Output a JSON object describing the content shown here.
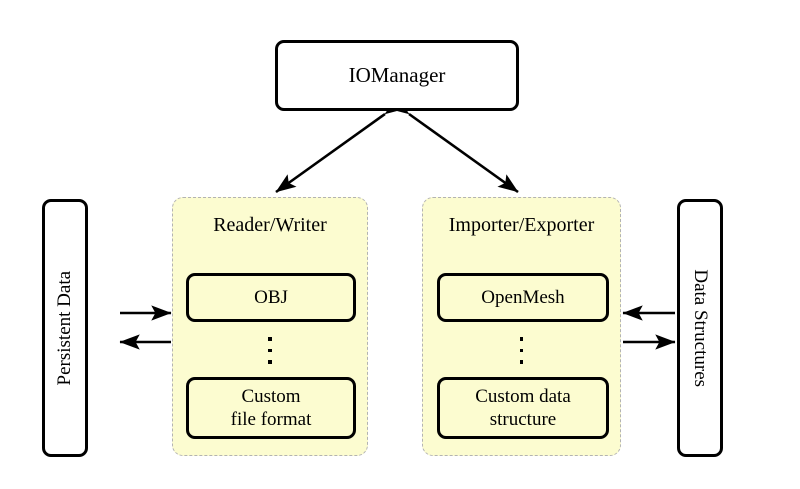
{
  "diagram": {
    "title_node": {
      "label": "IOManager"
    },
    "left_store": {
      "label": "Persistent Data"
    },
    "right_store": {
      "label": "Data Structures"
    },
    "groups": [
      {
        "id": "reader-writer",
        "title": "Reader/Writer",
        "top_item": "OBJ",
        "ellipsis": "⋮",
        "bottom_item_line1": "Custom",
        "bottom_item_line2": "file format"
      },
      {
        "id": "importer-exporter",
        "title": "Importer/Exporter",
        "top_item": "OpenMesh",
        "ellipsis": "⋮",
        "bottom_item_line1": "Custom data",
        "bottom_item_line2": "structure"
      }
    ],
    "connections": [
      {
        "name": "iomanager-to-reader-writer",
        "type": "double-headed-diagonal",
        "from": "IOManager",
        "to": "Reader/Writer"
      },
      {
        "name": "iomanager-to-importer-exporter",
        "type": "double-headed-diagonal",
        "from": "IOManager",
        "to": "Importer/Exporter"
      },
      {
        "name": "persistent-data-to-reader-writer",
        "type": "arrow-right",
        "from": "Persistent Data",
        "to": "Reader/Writer"
      },
      {
        "name": "reader-writer-to-persistent-data",
        "type": "arrow-left",
        "from": "Reader/Writer",
        "to": "Persistent Data"
      },
      {
        "name": "data-structures-to-importer-exporter",
        "type": "arrow-left",
        "from": "Data Structures",
        "to": "Importer/Exporter"
      },
      {
        "name": "importer-exporter-to-data-structures",
        "type": "arrow-right",
        "from": "Importer/Exporter",
        "to": "Data Structures"
      }
    ],
    "colors": {
      "group_fill": "#fcfcd0",
      "group_border": "#b3b3b3",
      "node_border": "#000000",
      "background": "#ffffff",
      "text": "#000000"
    }
  }
}
